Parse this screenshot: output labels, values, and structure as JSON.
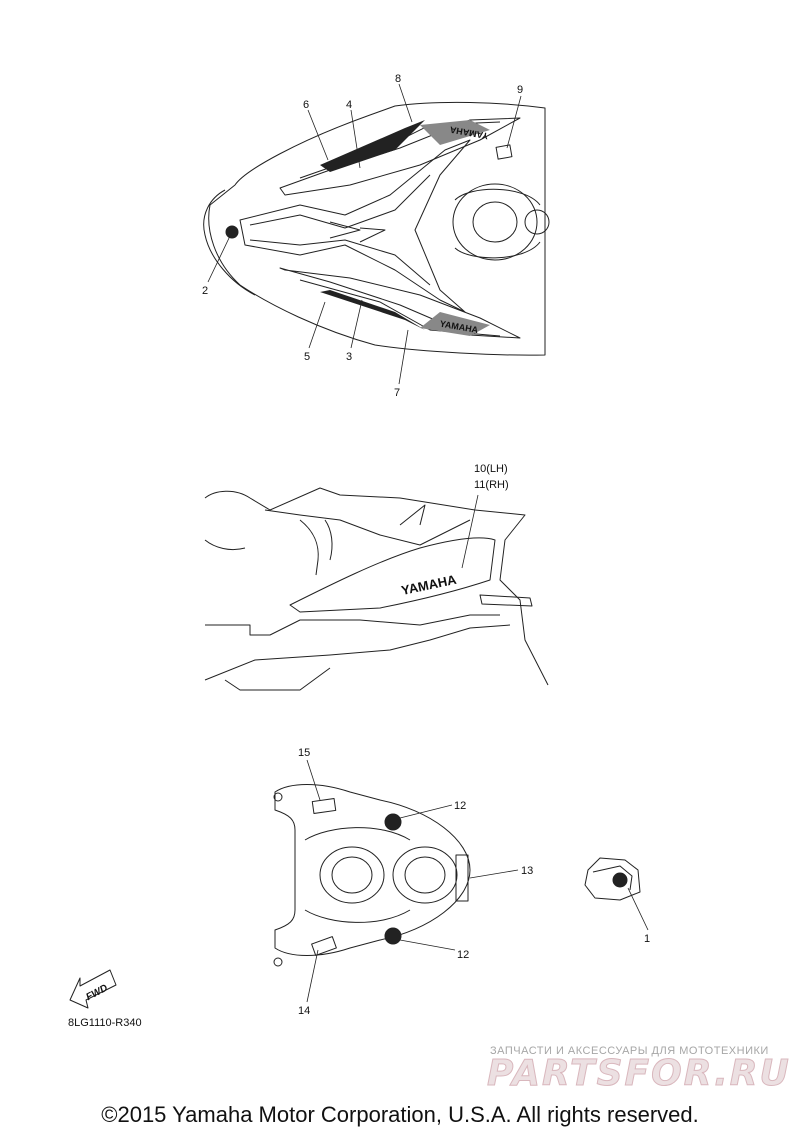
{
  "callouts": {
    "c1": "1",
    "c2": "2",
    "c3": "3",
    "c4": "4",
    "c5": "5",
    "c6": "6",
    "c7": "7",
    "c8": "8",
    "c9": "9",
    "c10": "10(LH)",
    "c11": "11(RH)",
    "c12a": "12",
    "c12b": "12",
    "c13": "13",
    "c14": "14",
    "c15": "15"
  },
  "decals": {
    "yamaha_side": "YAMAHA",
    "yamaha_top_a": "YAMAHA",
    "yamaha_top_b": "YAMAHA",
    "fwd": "FWD"
  },
  "ref_code": "8LG1110-R340",
  "watermark": {
    "tagline": "ЗАПЧАСТИ И АКСЕССУАРЫ ДЛЯ МОТОТЕХНИКИ",
    "logo": "PARTSFOR.RU"
  },
  "copyright": "©2015 Yamaha Motor Corporation, U.S.A. All rights reserved.",
  "colors": {
    "line": "#222222",
    "watermark_pink": "#d9b7bd",
    "watermark_gray": "#a6a6a6"
  }
}
